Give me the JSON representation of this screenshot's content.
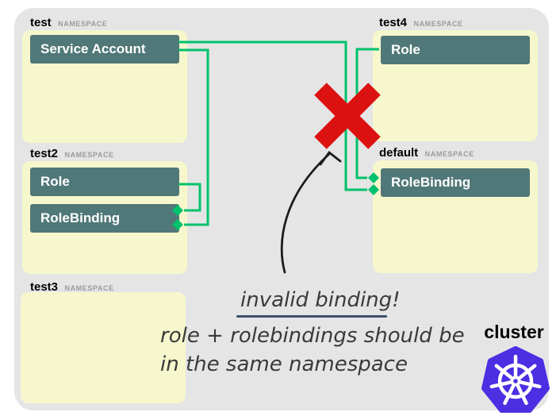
{
  "cluster": {
    "label": "cluster",
    "logo_icon": "kubernetes-logo"
  },
  "namespaces": [
    {
      "name": "test",
      "tag": "NAMESPACE",
      "resources": [
        "Service Account"
      ]
    },
    {
      "name": "test2",
      "tag": "NAMESPACE",
      "resources": [
        "Role",
        "RoleBinding"
      ]
    },
    {
      "name": "test3",
      "tag": "NAMESPACE",
      "resources": []
    },
    {
      "name": "test4",
      "tag": "NAMESPACE",
      "resources": [
        "Role"
      ]
    },
    {
      "name": "default",
      "tag": "NAMESPACE",
      "resources": [
        "RoleBinding"
      ]
    }
  ],
  "connections": [
    {
      "from": "test/Service Account",
      "to": "test2/RoleBinding",
      "status": "valid"
    },
    {
      "from": "test2/Role",
      "to": "test2/RoleBinding",
      "status": "valid"
    },
    {
      "from": "test/Service Account",
      "to": "default/RoleBinding",
      "status": "invalid"
    },
    {
      "from": "test4/Role",
      "to": "default/RoleBinding",
      "status": "invalid"
    }
  ],
  "annotation": {
    "title": "invalid binding!",
    "line1": "role + rolebindings should be",
    "line2": "in the same namespace"
  },
  "icons": {
    "invalid_marker": "red-cross-icon",
    "cluster_logo": "kubernetes-logo"
  },
  "colors": {
    "cluster_background": "#e5e5e5",
    "namespace_fill": "#f7f7cd",
    "resource_fill": "#517878",
    "link_green": "#00c16b",
    "invalid_red": "#dc1111",
    "kubernetes_purple": "#4c2ee3",
    "handwriting": "#3a3a3a",
    "underline": "#3c4e69"
  }
}
